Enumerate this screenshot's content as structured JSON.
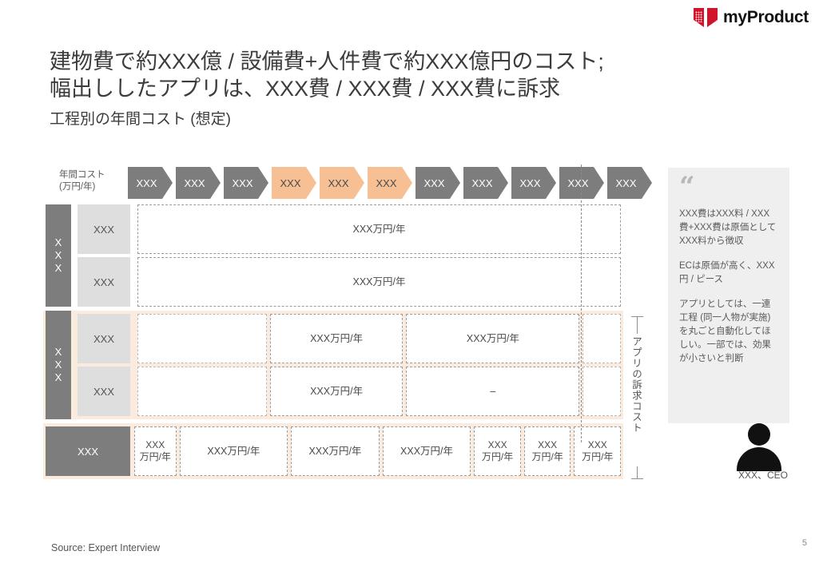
{
  "brand": {
    "name": "myProduct",
    "logo_icon": "bowtie-logo-icon",
    "color": "#d1132b"
  },
  "title": {
    "line1": "建物費で約XXX億 / 設備費+人件費で約XXX億円のコスト;",
    "line2": "幅出ししたアプリは、XXX費 / XXX費 / XXX費に訴求",
    "subtitle": "工程別の年間コスト (想定)"
  },
  "axis": {
    "label_line1": "年間コスト",
    "label_line2": "(万円/年)"
  },
  "colors": {
    "gray": "#7d7d7d",
    "orange": "#f6c094",
    "highlight_bg": "#fbeade",
    "panel_bg": "#efefef"
  },
  "process_steps": [
    {
      "label": "XXX",
      "state": "gray"
    },
    {
      "label": "XXX",
      "state": "gray"
    },
    {
      "label": "XXX",
      "state": "gray"
    },
    {
      "label": "XXX",
      "state": "orange"
    },
    {
      "label": "XXX",
      "state": "orange"
    },
    {
      "label": "XXX",
      "state": "orange"
    },
    {
      "label": "XXX",
      "state": "gray"
    },
    {
      "label": "XXX",
      "state": "gray"
    },
    {
      "label": "XXX",
      "state": "gray"
    },
    {
      "label": "XXX",
      "state": "gray"
    },
    {
      "label": "XXX",
      "state": "gray"
    }
  ],
  "matrix": {
    "groups": [
      {
        "spine_label": "XXX",
        "highlighted": false,
        "rows": [
          {
            "sublabel": "XXX",
            "cells": [
              {
                "text": "XXX万円/年"
              }
            ]
          },
          {
            "sublabel": "XXX",
            "cells": [
              {
                "text": "XXX万円/年"
              }
            ]
          }
        ]
      },
      {
        "spine_label": "XXX",
        "highlighted": true,
        "rows": [
          {
            "sublabel": "XXX",
            "cells": [
              {
                "text": ""
              },
              {
                "text": "XXX万円/年"
              },
              {
                "text": "XXX万円/年"
              },
              {
                "text": ""
              }
            ]
          },
          {
            "sublabel": "XXX",
            "cells": [
              {
                "text": ""
              },
              {
                "text": "XXX万円/年"
              },
              {
                "text": "–"
              },
              {
                "text": ""
              }
            ]
          }
        ]
      },
      {
        "spine_label": "XXX",
        "highlighted": true,
        "wide_spine": true,
        "rows": [
          {
            "sublabel": "",
            "cells": [
              {
                "text": "XXX\n万円/年"
              },
              {
                "text": "XXX万円/年"
              },
              {
                "text": "XXX万円/年"
              },
              {
                "text": "XXX万円/年"
              },
              {
                "text": "XXX\n万円/年"
              },
              {
                "text": "XXX\n万円/年"
              },
              {
                "text": "XXX\n万円/年"
              }
            ]
          }
        ]
      }
    ]
  },
  "bracket": {
    "label": "アプリの訴求コスト"
  },
  "quote": {
    "mark": "“",
    "paragraphs": [
      "XXX費はXXX料 / XXX費+XXX費は原価としてXXX料から徴収",
      "ECは原価が高く、XXX円 / ピース",
      "アプリとしては、一連工程 (同一人物が実施) を丸ごと自動化してほしい。一部では、効果が小さいと判断"
    ],
    "attribution": "XXX、CEO",
    "avatar_icon": "person-avatar-icon"
  },
  "footer": {
    "source": "Source: Expert Interview",
    "page_number": "5"
  }
}
